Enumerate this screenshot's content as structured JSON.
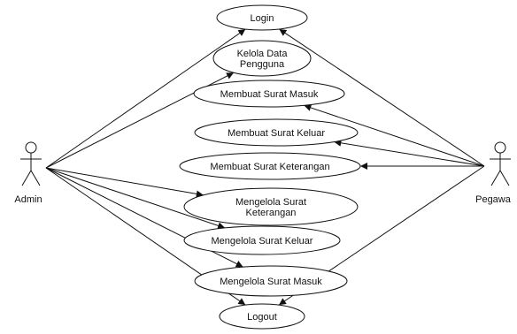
{
  "diagram": {
    "type": "use-case",
    "actors": [
      {
        "id": "admin",
        "label": "Admin"
      },
      {
        "id": "pegawai",
        "label": "Pegawa"
      }
    ],
    "use_cases": [
      {
        "id": "login",
        "lines": [
          "Login"
        ]
      },
      {
        "id": "kelola-data-pengguna",
        "lines": [
          "Kelola Data",
          "Pengguna"
        ]
      },
      {
        "id": "membuat-surat-masuk",
        "lines": [
          "Membuat Surat Masuk"
        ]
      },
      {
        "id": "membuat-surat-keluar",
        "lines": [
          "Membuat Surat Keluar"
        ]
      },
      {
        "id": "membuat-surat-keterangan",
        "lines": [
          "Membuat Surat Keterangan"
        ]
      },
      {
        "id": "mengelola-surat-keterangan",
        "lines": [
          "Mengelola Surat",
          "Keterangan"
        ]
      },
      {
        "id": "mengelola-surat-keluar",
        "lines": [
          "Mengelola Surat Keluar"
        ]
      },
      {
        "id": "mengelola-surat-masuk",
        "lines": [
          "Mengelola Surat Masuk"
        ]
      },
      {
        "id": "logout",
        "lines": [
          "Logout"
        ]
      }
    ],
    "associations": [
      {
        "from": "admin",
        "to": "login"
      },
      {
        "from": "admin",
        "to": "kelola-data-pengguna"
      },
      {
        "from": "admin",
        "to": "mengelola-surat-keterangan"
      },
      {
        "from": "admin",
        "to": "mengelola-surat-keluar"
      },
      {
        "from": "admin",
        "to": "mengelola-surat-masuk"
      },
      {
        "from": "admin",
        "to": "logout"
      },
      {
        "from": "pegawai",
        "to": "login"
      },
      {
        "from": "pegawai",
        "to": "membuat-surat-masuk"
      },
      {
        "from": "pegawai",
        "to": "membuat-surat-keluar"
      },
      {
        "from": "pegawai",
        "to": "membuat-surat-keterangan"
      },
      {
        "from": "pegawai",
        "to": "logout"
      }
    ],
    "colors": {
      "stroke": "#111111",
      "fill": "#ffffff"
    }
  }
}
